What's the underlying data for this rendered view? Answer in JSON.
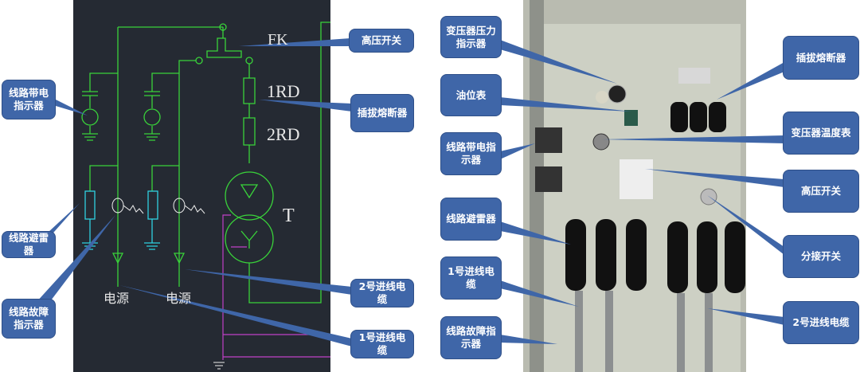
{
  "schematic": {
    "labels": {
      "fk": "FK",
      "rd1": "1RD",
      "rd2": "2RD",
      "t": "T",
      "power1": "电源",
      "power2": "电源"
    },
    "callouts": {
      "line_live_indicator": "线路带电指示器",
      "line_arrester": "线路避雷器",
      "line_fault_indicator": "线路故障指示器",
      "hv_switch": "高压开关",
      "plug_fuse": "插拔熔断器",
      "cable_2": "2号进线电缆",
      "cable_1": "1号进线电缆"
    }
  },
  "photo": {
    "callouts": {
      "pressure_indicator": "变压器压力指示器",
      "oil_gauge": "油位表",
      "line_live_indicator": "线路带电指示器",
      "line_arrester": "线路避雷器",
      "cable_1": "1号进线电缆",
      "line_fault_indicator": "线路故障指示器",
      "plug_fuse": "插拔熔断器",
      "temp_gauge": "变压器温度表",
      "hv_switch": "高压开关",
      "tap_switch": "分接开关",
      "cable_2": "2号进线电缆"
    }
  },
  "colors": {
    "callout": "#3f66a8",
    "schematic_bg": "#252a33",
    "wire": "#39d23a"
  }
}
